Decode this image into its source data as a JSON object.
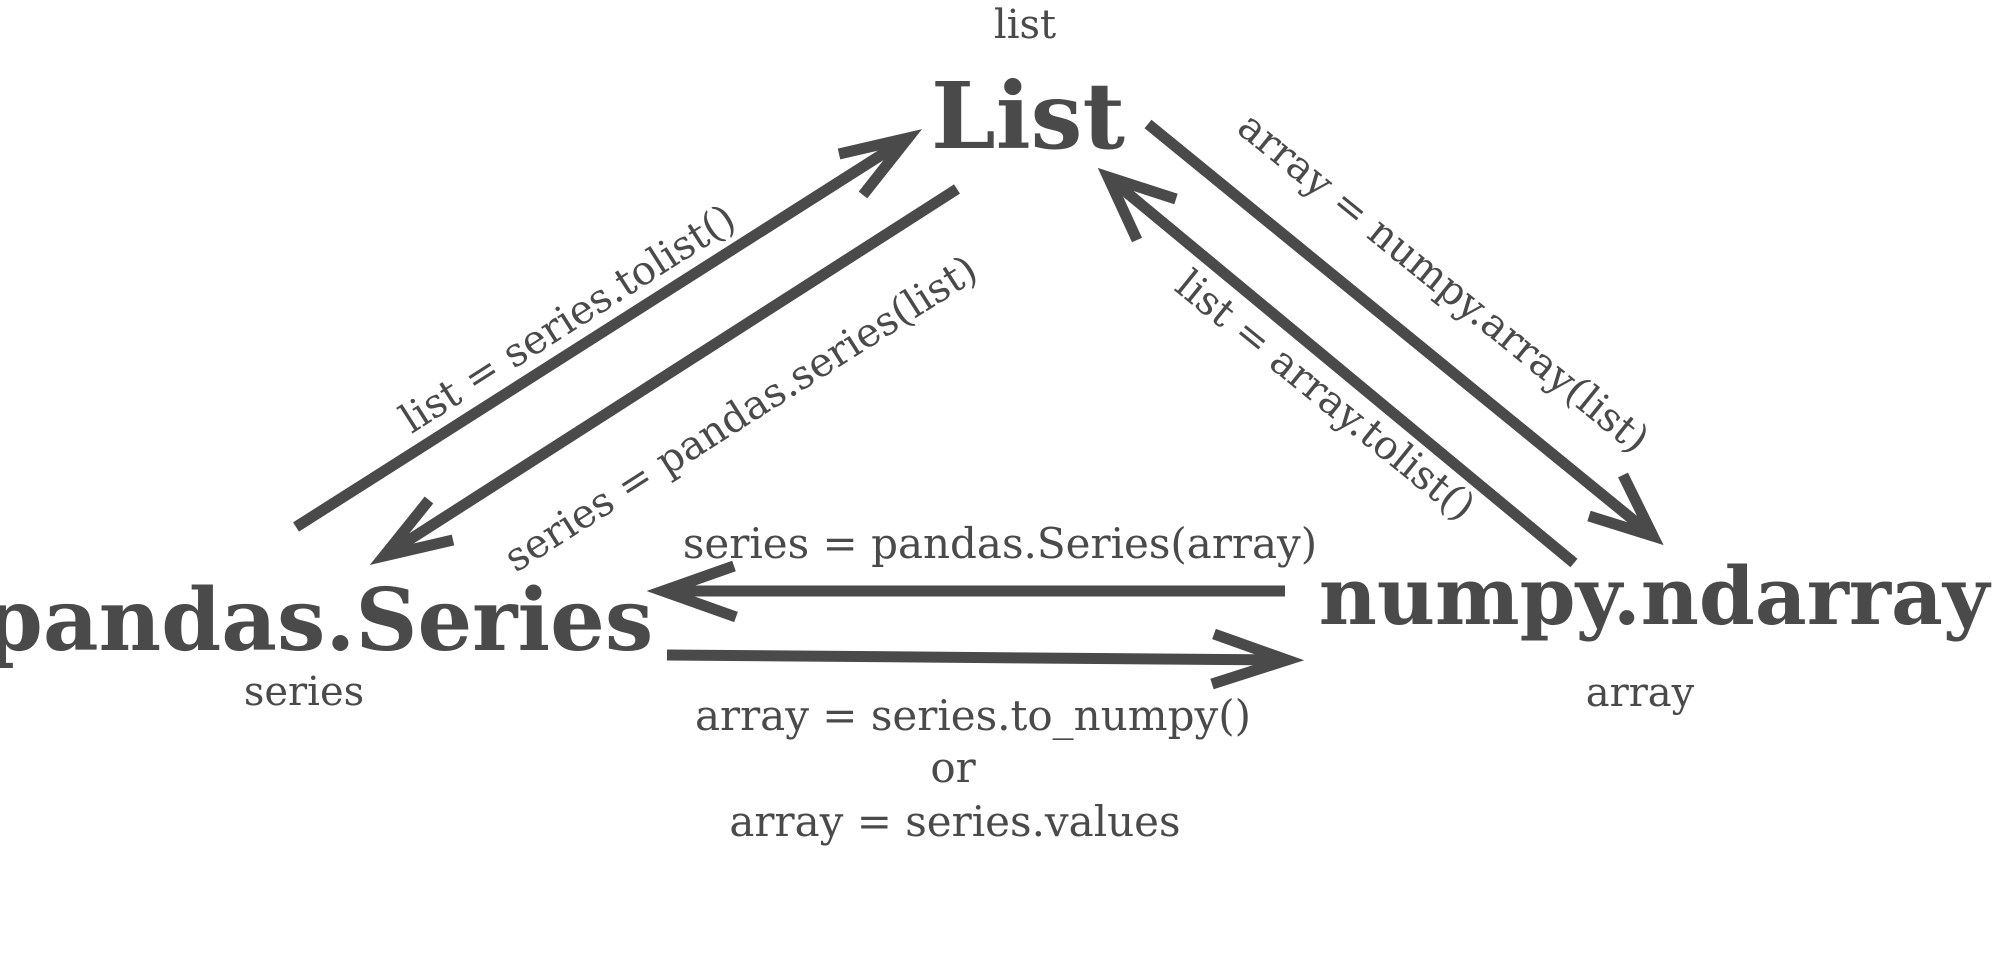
{
  "nodes": {
    "list": {
      "title": "List",
      "var": "list"
    },
    "series": {
      "title": "pandas.Series",
      "var": "series"
    },
    "ndarray": {
      "title": "numpy.ndarray",
      "var": "array"
    }
  },
  "edges": {
    "series_to_list": "list =  series.tolist()",
    "list_to_series": "series = pandas.series(list)",
    "list_to_array": "array = numpy.array(list)",
    "array_to_list": "list = array.tolist()",
    "array_to_series": "series = pandas.Series(array)",
    "series_to_array": {
      "line1": "array = series.to_numpy()",
      "or": "or",
      "line2": "array = series.values"
    }
  },
  "colors": {
    "ink": "#4a4a4a",
    "background": "#ffffff"
  }
}
